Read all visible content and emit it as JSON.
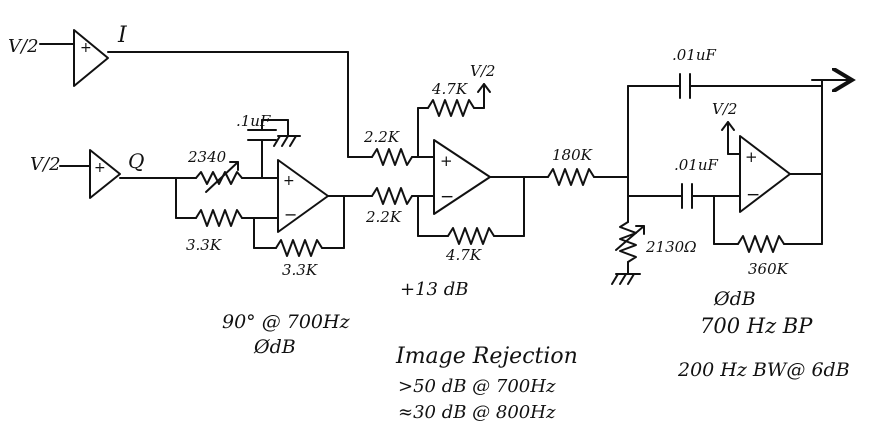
{
  "schematic": {
    "labels": {
      "vin_i": "V/2",
      "sig_i": "I",
      "vin_q": "V/2",
      "sig_q": "Q",
      "c1": ".1uF",
      "r_trim1": "2340",
      "r_fb1": "3.3K",
      "r_fb2": "3.3K",
      "r_sum1": "2.2K",
      "r_sum2": "2.2K",
      "r_top_fb": "4.7K",
      "vref_sum": "V/2",
      "r_bot_fb": "4.7K",
      "gain_sum": "+13 dB",
      "r_in_bp": "180K",
      "r_trim2": "2130Ω",
      "c_top": ".01uF",
      "c_mid": ".01uF",
      "vref_bp": "V/2",
      "r_bp_fb": "360K"
    },
    "notes": {
      "phase_line1": "90° @ 700Hz",
      "phase_line2": "ØdB",
      "ir_title": "Image Rejection",
      "ir_line1": ">50 dB @ 700Hz",
      "ir_line2": "≈30 dB @ 800Hz",
      "bp_line1": "ØdB",
      "bp_line2": "700 Hz BP",
      "bp_line3": "200 Hz BW@ 6dB"
    }
  }
}
